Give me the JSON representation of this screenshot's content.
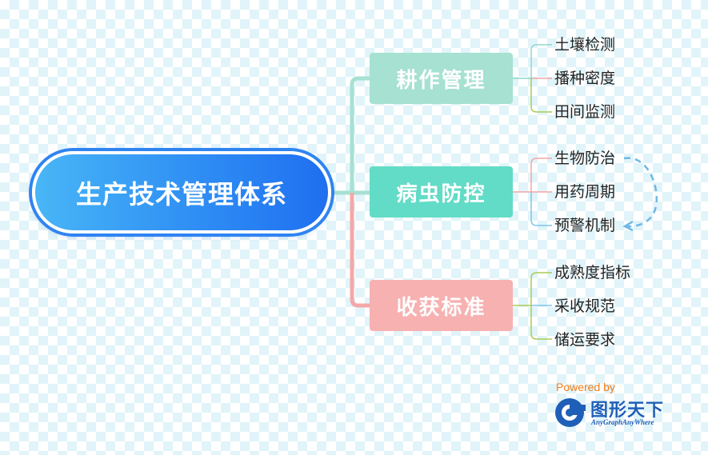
{
  "root": {
    "label": "生产技术管理体系"
  },
  "branches": [
    {
      "label": "耕作管理",
      "color": "#a6e1d2",
      "children": [
        "土壤检测",
        "播种密度",
        "田间监测"
      ]
    },
    {
      "label": "病虫防控",
      "color": "#62dcc6",
      "children": [
        "生物防治",
        "用药周期",
        "预警机制"
      ]
    },
    {
      "label": "收获标准",
      "color": "#f7b1b1",
      "children": [
        "成熟度指标",
        "采收规范",
        "储运要求"
      ]
    }
  ],
  "relationship": {
    "from": "生物防治",
    "to": "预警机制",
    "style": "dashed-arrow",
    "color": "#6db8e6"
  },
  "colors": {
    "root_gradient": [
      "#48b6f6",
      "#1f6ff0"
    ],
    "branch_connector_top": "#a6e1d2",
    "branch_connector_bottom": "#f4a8a8",
    "leaf_connectors": [
      "#8fd8ce",
      "#f2a5a5",
      "#a9cc55",
      "#7cc6ee"
    ],
    "brand_blue": "#1f5fb8",
    "brand_orange": "#f07d1a"
  },
  "branding": {
    "powered_by": "Powered by",
    "name": "图形天下",
    "subtitle": "AnyGraphAnyWhere",
    "logo_icon": "g-logo-icon"
  }
}
